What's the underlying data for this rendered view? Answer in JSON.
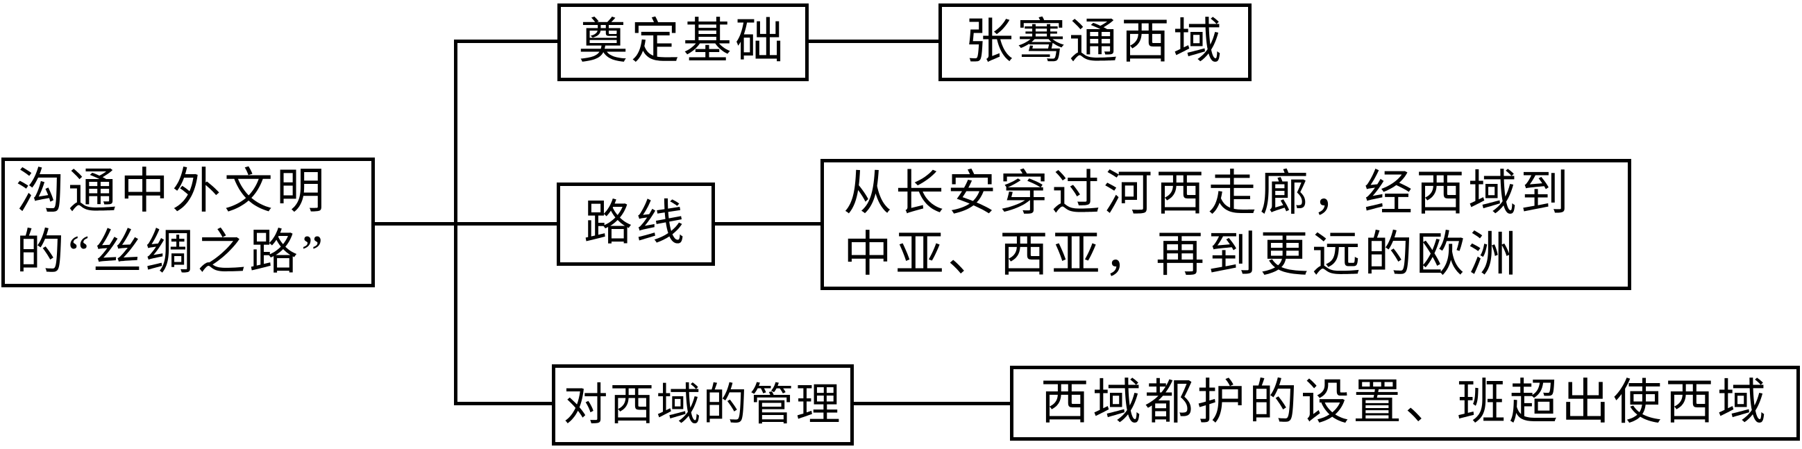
{
  "diagram": {
    "type": "tree-flowchart",
    "topic": "silk-road-knowledge-structure",
    "colors": {
      "background": "#ffffff",
      "line": "#000000",
      "text": "#000000",
      "box_fill": "#ffffff",
      "box_border": "#000000"
    },
    "root": {
      "line1": "沟通中外文明",
      "line2": "的“丝绸之路”"
    },
    "branches": [
      {
        "category": "奠定基础",
        "detail_lines": [
          "张骞通西域"
        ]
      },
      {
        "category": "路线",
        "detail_lines": [
          "从长安穿过河西走廊，经西域到",
          "中亚、西亚，再到更远的欧洲"
        ]
      },
      {
        "category": "对西域的管理",
        "detail_lines": [
          "西域都护的设置、班超出使西域"
        ]
      }
    ]
  }
}
